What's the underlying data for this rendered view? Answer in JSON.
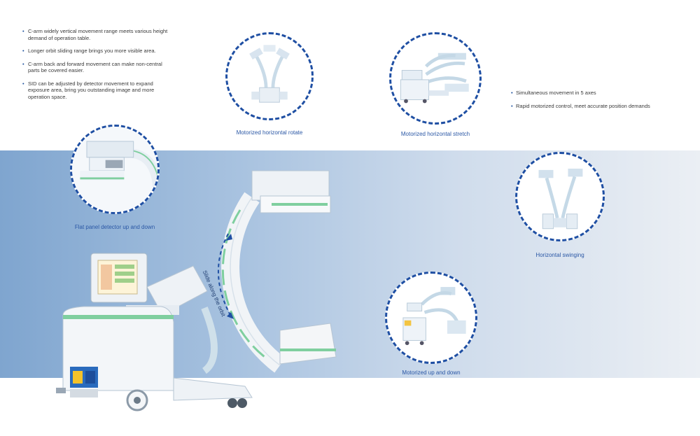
{
  "features_left": [
    "C-arm widely vertical movement range meets various height demand of operation table.",
    "Longer orbit sliding range brings you more visible area.",
    "C-arm back and forward movement can make non-central parts be covered easier.",
    "SID can be adjusted by detector movement to expand exposure area, bring you outstanding image and more operation space."
  ],
  "features_right": [
    "Simultaneous movement in 5 axes",
    "Rapid motorized control, meet accurate position demands"
  ],
  "captions": {
    "rotate": "Motorized horizontal rotate",
    "stretch": "Motorized horizontal stretch",
    "detector": "Flat panel detector up and down",
    "swinging": "Horizontal swinging",
    "updown": "Motorized up and down"
  },
  "orbit_label": "Slide along the orbit",
  "colors": {
    "dashed_circle": "#1f4fa3",
    "caption_text": "#2a57a5",
    "band_left": "#7fa5cf",
    "band_right": "#ebeff4",
    "device_white": "#f4f6f8",
    "device_green": "#7fcf9f"
  }
}
